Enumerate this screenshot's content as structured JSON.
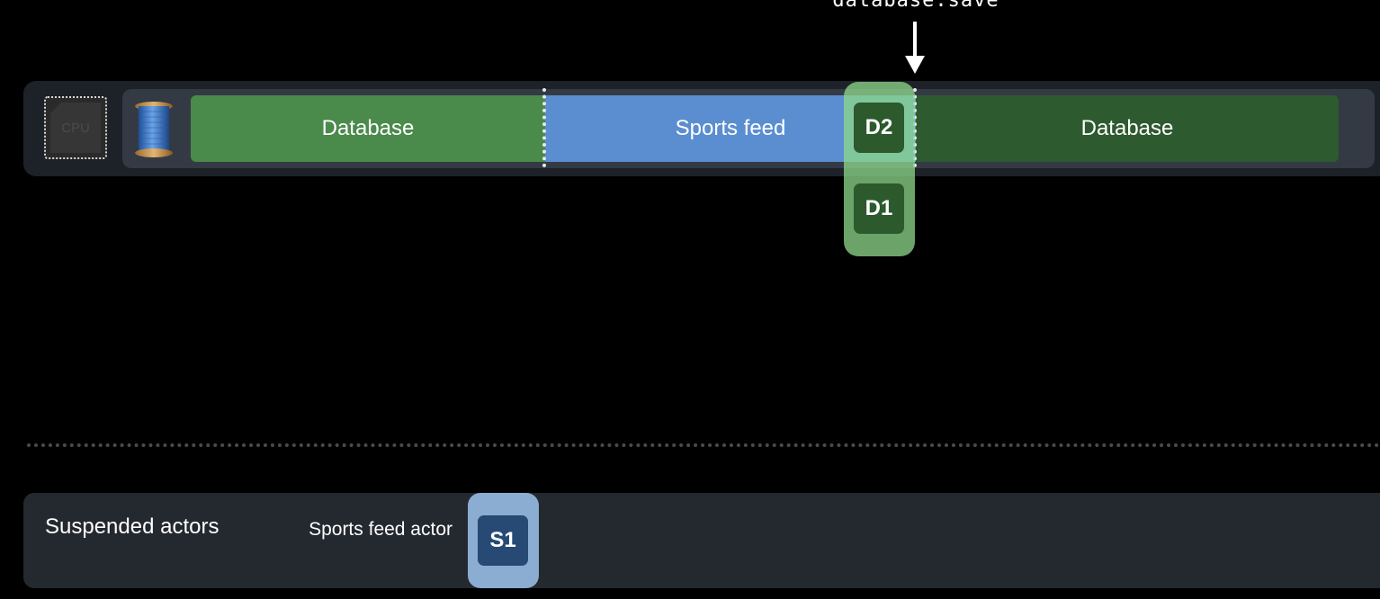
{
  "annotation": {
    "label": "database.save"
  },
  "cpu": {
    "label": "CPU",
    "icon": "cpu-chip-icon"
  },
  "thread": {
    "icon": "thread-spool-icon"
  },
  "segments": [
    {
      "label": "Database",
      "color": "#4a8a4b"
    },
    {
      "label": "Sports feed",
      "color": "#5a8ed0"
    },
    {
      "label": "Database",
      "color": "#2e5a2f"
    }
  ],
  "database_jobs": [
    {
      "label": "D2",
      "color": "#2c5a2d"
    },
    {
      "label": "D1",
      "color": "#2c5a2d"
    }
  ],
  "suspended": {
    "title": "Suspended actors",
    "actor_label": "Sports feed actor",
    "job": {
      "label": "S1",
      "color": "#264a74"
    }
  },
  "colors": {
    "background": "#000000",
    "lane": "#343a44",
    "database_glow": "#8fd98b",
    "sports_glow": "#9ec4ee"
  }
}
